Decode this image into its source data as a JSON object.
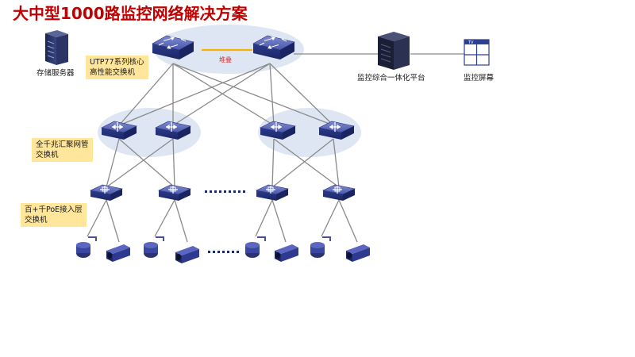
{
  "title": "大中型1000路监控网络解决方案",
  "labels": {
    "storage_server": "存储服务器",
    "platform": "监控综合一体化平台",
    "screen": "监控屏幕",
    "stack": "堆叠",
    "tv_badge": "TV"
  },
  "notes": {
    "core": [
      "UTP77系列核心",
      "高性能交换机"
    ],
    "aggregation": [
      "全千兆汇聚网管",
      "交换机"
    ],
    "access": [
      "百+千PoE接入层",
      "交换机"
    ]
  },
  "colors": {
    "title": "#c00000",
    "halo": "#dfe6f3",
    "device": "#2e3f8f",
    "device_top": "#6674c0",
    "link": "#8a8a8a",
    "stack_link": "#f2b400",
    "note_bg": "#ffe69a"
  }
}
